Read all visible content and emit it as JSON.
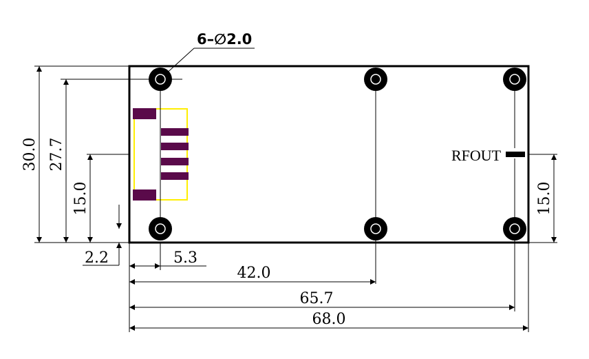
{
  "hole_callout": "6–∅2.0",
  "rf_label": "RFOUT",
  "dimensions": {
    "height_total": "30.0",
    "height_hole": "27.7",
    "height_mid_left": "15.0",
    "height_mid_right": "15.0",
    "offset_bottom": "2.2",
    "offset_left": "5.3",
    "hole_middle": "42.0",
    "hole_right": "65.7",
    "width_total": "68.0"
  },
  "colors": {
    "outline": "#000000",
    "connector_outline": "#ffee00",
    "pads": "#5a0a4a",
    "holes": "#000000"
  }
}
